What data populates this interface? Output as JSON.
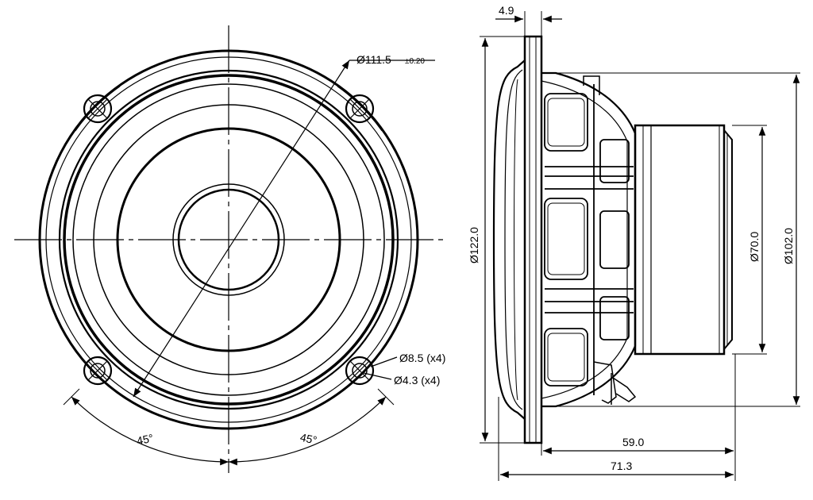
{
  "front_view": {
    "outer_diameter": "Ø111.5",
    "outer_tolerance": "±0.20",
    "hole_outer": "Ø8.5 (x4)",
    "hole_inner": "Ø4.3 (x4)",
    "angle_left": "45°",
    "angle_right": "45°"
  },
  "side_view": {
    "flange_thickness": "4.9",
    "flange_diameter": "Ø122.0",
    "magnet_diameter": "Ø70.0",
    "basket_diameter": "Ø102.0",
    "depth_basket": "59.0",
    "depth_total": "71.3"
  }
}
